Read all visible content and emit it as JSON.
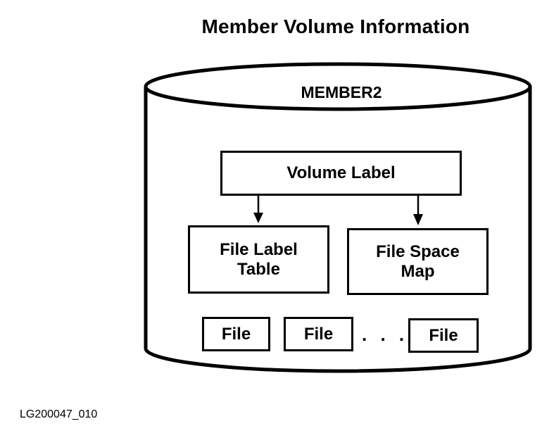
{
  "title": "Member Volume Information",
  "cylinder": {
    "label": "MEMBER2"
  },
  "boxes": {
    "volume_label": "Volume Label",
    "file_label_table": "File Label\nTable",
    "file_space_map": "File Space\nMap"
  },
  "files": [
    "File",
    "File",
    "File"
  ],
  "ellipsis": ". . .",
  "figure_id": "LG200047_010"
}
